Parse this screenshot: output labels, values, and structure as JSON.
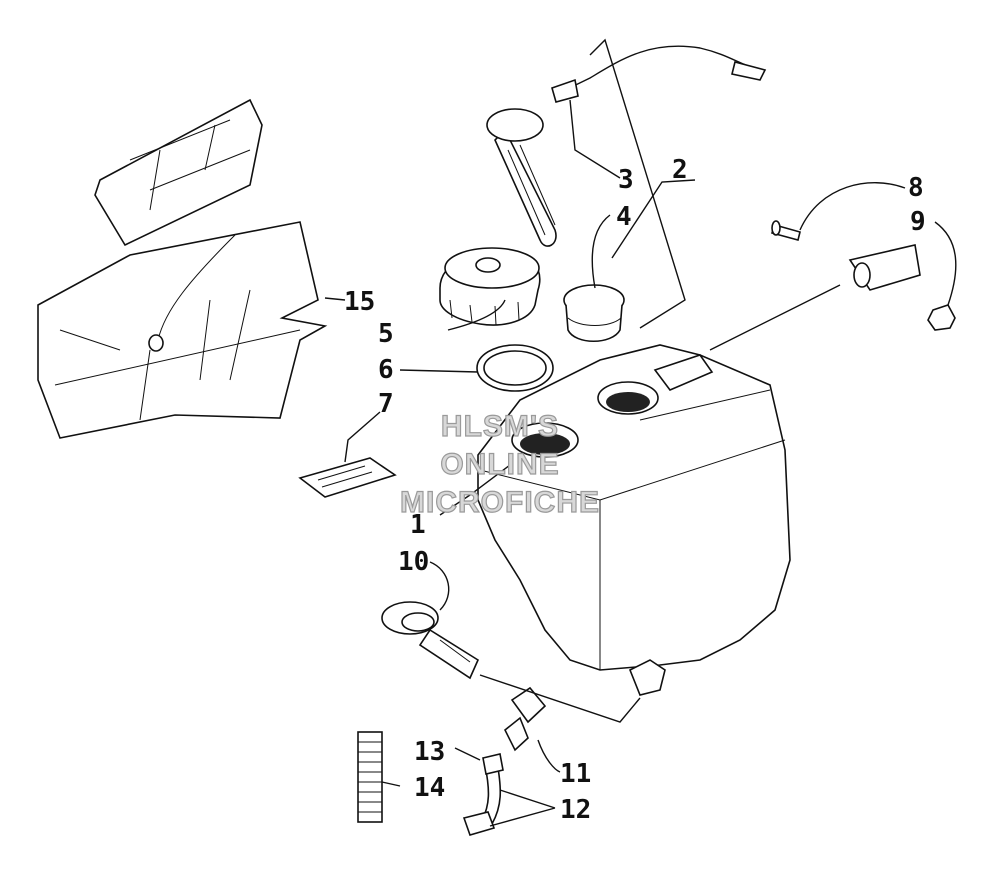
{
  "watermark": {
    "line1": "HLSM'S",
    "line2": "ONLINE",
    "line3": "MICROFICHE"
  },
  "callouts": [
    {
      "id": "1",
      "label": "1"
    },
    {
      "id": "2",
      "label": "2"
    },
    {
      "id": "3",
      "label": "3"
    },
    {
      "id": "4",
      "label": "4"
    },
    {
      "id": "5",
      "label": "5"
    },
    {
      "id": "6",
      "label": "6"
    },
    {
      "id": "7",
      "label": "7"
    },
    {
      "id": "8",
      "label": "8"
    },
    {
      "id": "9",
      "label": "9"
    },
    {
      "id": "10",
      "label": "10"
    },
    {
      "id": "11",
      "label": "11"
    },
    {
      "id": "12",
      "label": "12"
    },
    {
      "id": "13",
      "label": "13"
    },
    {
      "id": "14",
      "label": "14"
    },
    {
      "id": "15",
      "label": "15"
    }
  ],
  "colors": {
    "line": "#111111",
    "background": "#ffffff",
    "watermark_fill": "#d8d8d8"
  }
}
